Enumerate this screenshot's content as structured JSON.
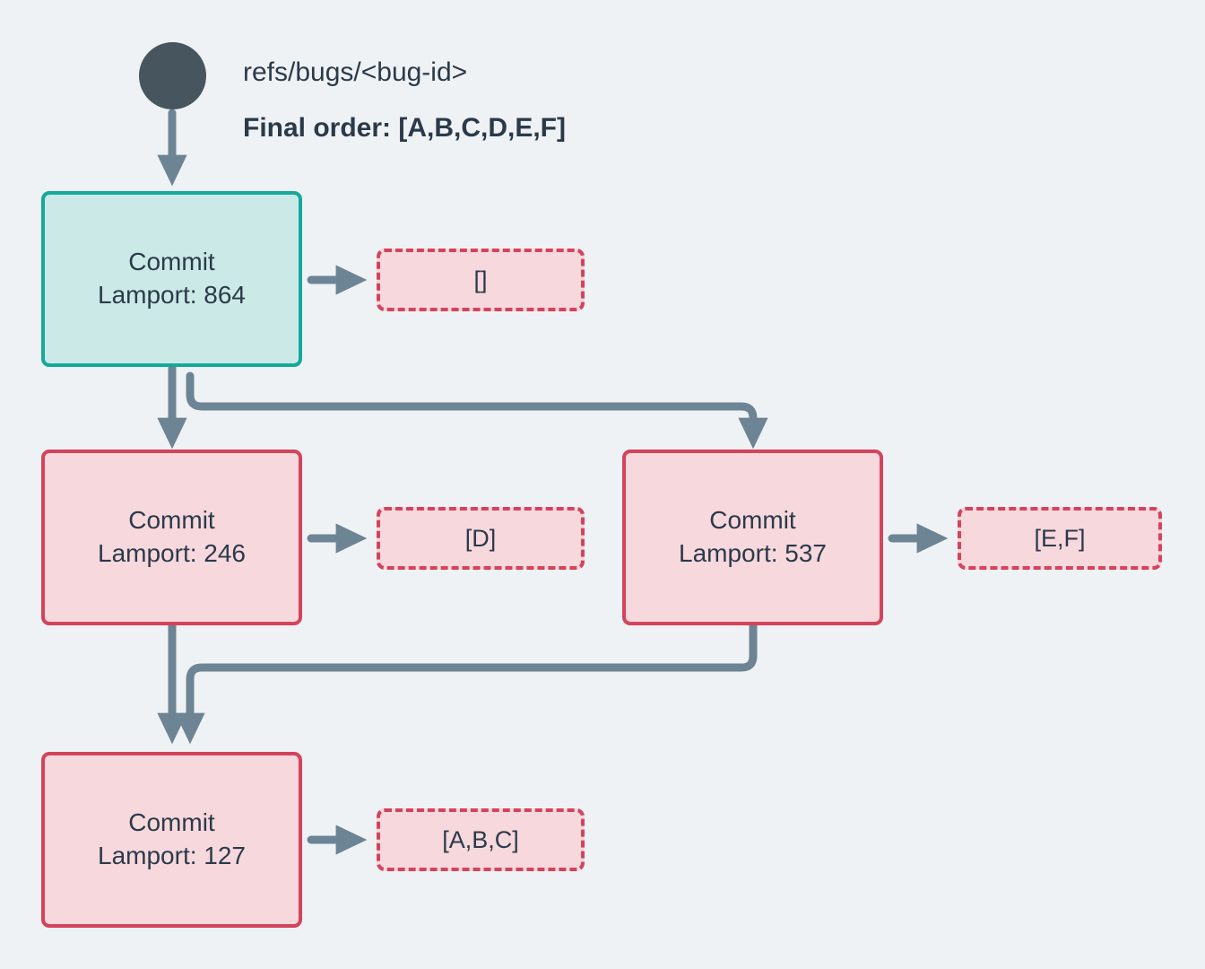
{
  "diagram": {
    "background_color": "#eff2f5",
    "start_node": {
      "icon": "filled-circle",
      "color": "#47555f"
    },
    "ref_label": "refs/bugs/<bug-id>",
    "final_order": "Final order: [A,B,C,D,E,F]",
    "colors": {
      "teal_border": "#14a99c",
      "teal_fill": "#cbe9e6",
      "pink_border": "#d4435c",
      "pink_fill": "#f7d8dc",
      "edge": "#6d8494",
      "text": "#2b3a4a"
    },
    "nodes": [
      {
        "id": "commit-864",
        "title": "Commit",
        "lamport": "Lamport: 864",
        "style": "teal",
        "payload": "[]"
      },
      {
        "id": "commit-246",
        "title": "Commit",
        "lamport": "Lamport: 246",
        "style": "pink",
        "payload": "[D]"
      },
      {
        "id": "commit-537",
        "title": "Commit",
        "lamport": "Lamport: 537",
        "style": "pink",
        "payload": "[E,F]"
      },
      {
        "id": "commit-127",
        "title": "Commit",
        "lamport": "Lamport: 127",
        "style": "pink",
        "payload": "[A,B,C]"
      }
    ],
    "edges": [
      {
        "from": "start",
        "to": "commit-864"
      },
      {
        "from": "commit-864",
        "to": "commit-246"
      },
      {
        "from": "commit-864",
        "to": "commit-537"
      },
      {
        "from": "commit-246",
        "to": "commit-127"
      },
      {
        "from": "commit-537",
        "to": "commit-127"
      },
      {
        "from": "commit-864",
        "to": "payload-864"
      },
      {
        "from": "commit-246",
        "to": "payload-246"
      },
      {
        "from": "commit-537",
        "to": "payload-537"
      },
      {
        "from": "commit-127",
        "to": "payload-127"
      }
    ]
  }
}
